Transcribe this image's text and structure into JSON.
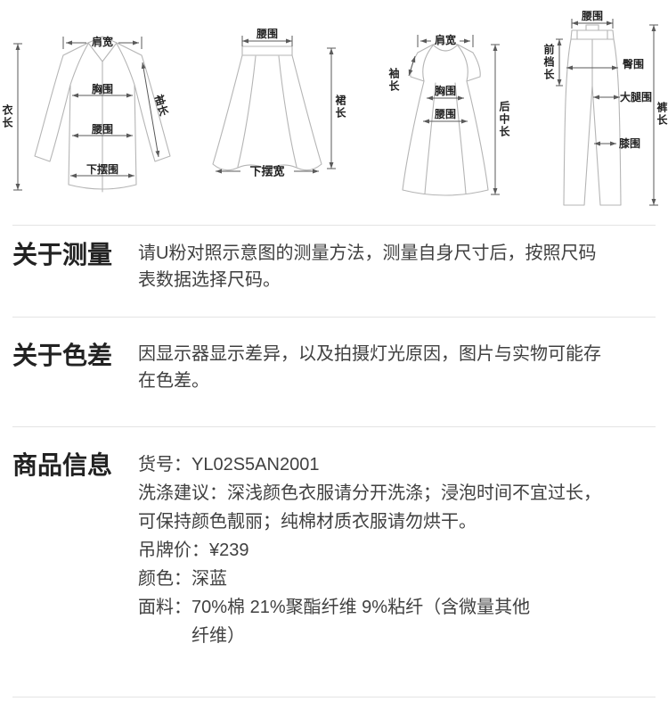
{
  "diagrams": {
    "shirt": {
      "shoulder": "肩宽",
      "length": "衣长",
      "sleeve": "袖长",
      "bust": "胸围",
      "waist": "腰围",
      "hem": "下摆围"
    },
    "skirt": {
      "waist": "腰围",
      "length": "裙长",
      "hem_width": "下摆宽"
    },
    "dress": {
      "shoulder": "肩宽",
      "sleeve": "袖长",
      "bust": "胸围",
      "waist": "腰围",
      "back_length": "后中长"
    },
    "pants": {
      "waist": "腰围",
      "front_rise": "前档长",
      "hip": "臀围",
      "thigh": "大腿围",
      "knee": "膝围",
      "length": "裤长"
    }
  },
  "sections": {
    "measurement": {
      "title": "关于测量",
      "body": "请U粉对照示意图的测量方法，测量自身尺寸后，按照尺码\n表数据选择尺码。"
    },
    "color": {
      "title": "关于色差",
      "body": "因显示器显示差异，以及拍摄灯光原因，图片与实物可能存\n在色差。"
    },
    "product": {
      "title": "商品信息",
      "lines": [
        "货号：YL02S5AN2001",
        "洗涤建议：深浅颜色衣服请分开洗涤；浸泡时间不宜过长，\n可保持颜色靓丽；纯棉材质衣服请勿烘干。",
        "吊牌价：¥239",
        "颜色：深蓝",
        "面料：70%棉 21%聚酯纤维 9%粘纤（含微量其他\n纤维）"
      ]
    }
  },
  "colors": {
    "background": "#ffffff",
    "divider": "#e4e4e4",
    "heading_text": "#222222",
    "body_text": "#404040",
    "diagram_lines": "#b5b5b5",
    "arrow_lines": "#5a5a5a"
  }
}
